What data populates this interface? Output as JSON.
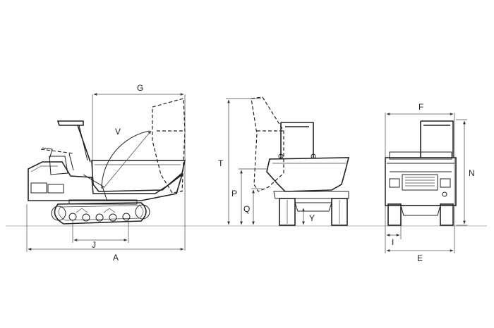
{
  "dimensions": {
    "A": "A",
    "E": "E",
    "F": "F",
    "G": "G",
    "I": "I",
    "J": "J",
    "N": "N",
    "P": "P",
    "Q": "Q",
    "T": "T",
    "V": "V",
    "Y": "Y"
  },
  "colors": {
    "line": "#222222",
    "ground": "#999999",
    "background": "#ffffff"
  }
}
